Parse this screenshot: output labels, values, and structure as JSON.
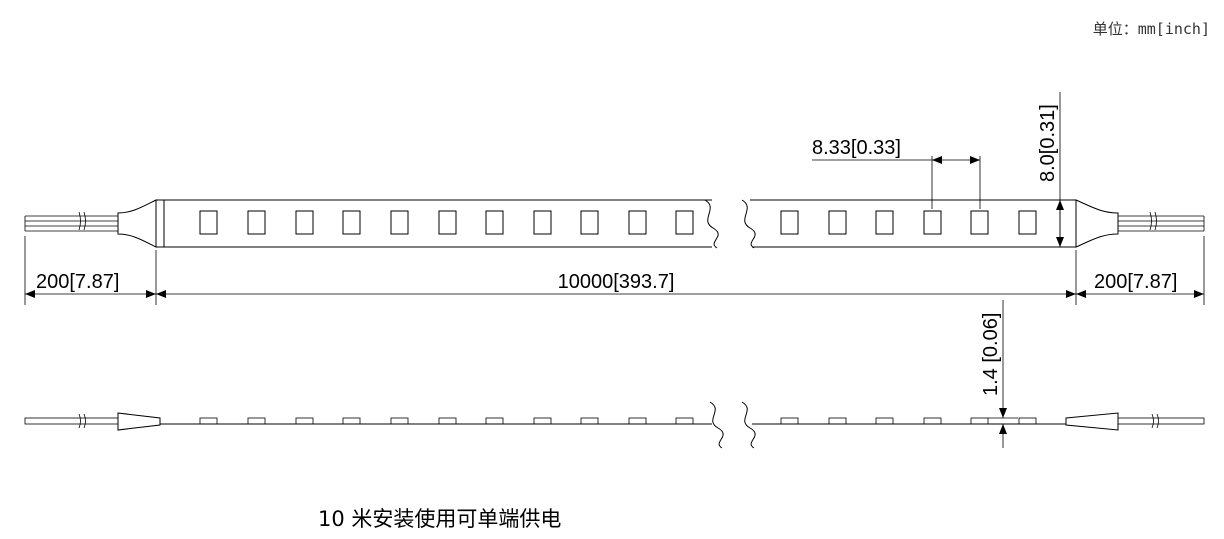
{
  "unit_label": "单位：mm[inch]",
  "dimensions": {
    "lead_left": "200[7.87]",
    "total_length": "10000[393.7]",
    "lead_right": "200[7.87]",
    "led_pitch": "8.33[0.33]",
    "strip_width": "8.0[0.31]",
    "strip_thickness": "1.4 [0.06]"
  },
  "caption": "10 米安装使用可单端供电",
  "colors": {
    "line": "#000000",
    "background": "#ffffff"
  }
}
